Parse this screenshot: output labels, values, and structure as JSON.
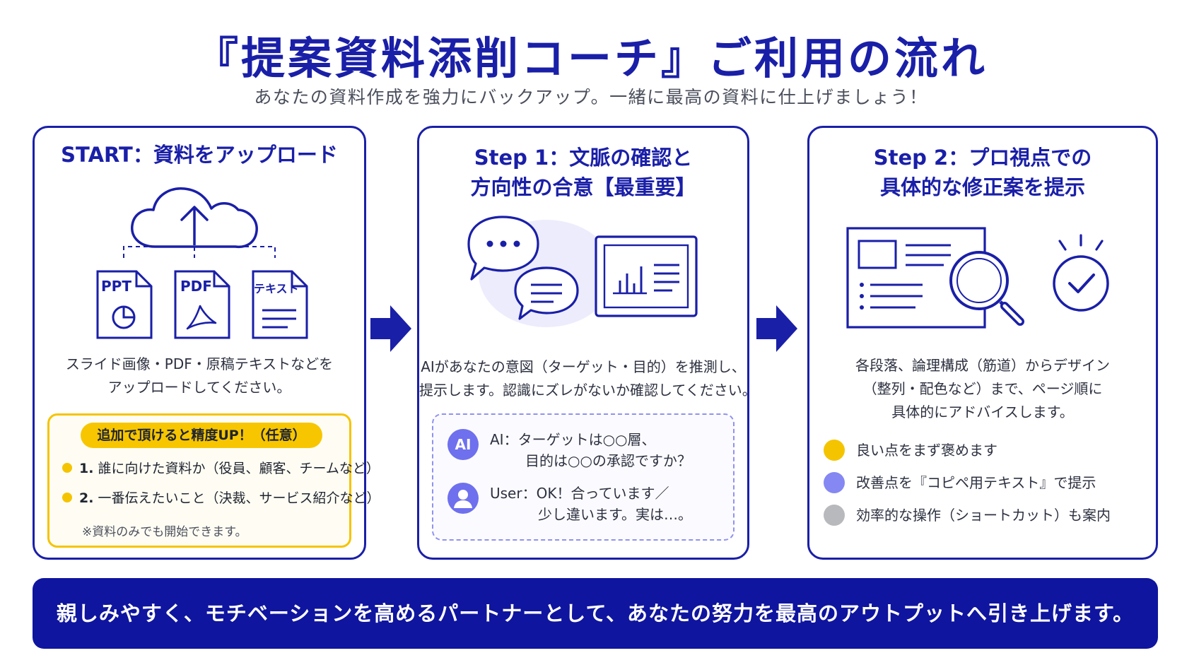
{
  "header": {
    "title": "『提案資料添削コーチ』ご利用の流れ",
    "subtitle": "あなたの資料作成を強力にバックアップ。一緒に最高の資料に仕上げましょう！"
  },
  "colors": {
    "primary": "#1a1fa8",
    "banner": "#0f159e",
    "yellow": "#f5c400",
    "purple": "#6e70ee",
    "gray": "#b8b9bd"
  },
  "start": {
    "heading": "START：資料をアップロード",
    "icons": {
      "cloud": "cloud-upload-icon",
      "files": [
        "ppt-file-icon",
        "pdf-file-icon",
        "text-file-icon"
      ]
    },
    "file_labels": [
      "PPT",
      "PDF",
      "テキスト"
    ],
    "desc_lines": [
      "スライド画像・PDF・原稿テキストなどを",
      "アップロードしてください。"
    ],
    "optional": {
      "badge": "追加で頂けると精度UP！（任意）",
      "items": [
        {
          "num": "1.",
          "text": "誰に向けた資料か（役員、顧客、チームなど）"
        },
        {
          "num": "2.",
          "text": "一番伝えたいこと（決裁、サービス紹介など）"
        }
      ],
      "note": "※資料のみでも開始できます。"
    }
  },
  "step1": {
    "heading_lines": [
      "Step 1：文脈の確認と",
      "方向性の合意【最重要】"
    ],
    "icons": [
      "chat-bubbles-icon",
      "presentation-chart-icon"
    ],
    "desc_lines": [
      "AIがあなたの意図（ターゲット・目的）を推測し、",
      "提示します。認識にズレがないか確認してください。"
    ],
    "chat": {
      "ai_avatar": "AI",
      "ai_lines": [
        "AI：ターゲットは○○層、",
        "目的は○○の承認ですか？"
      ],
      "user_avatar_icon": "user-icon",
      "user_lines": [
        "User：OK！合っています／",
        "少し違います。実は…。"
      ]
    }
  },
  "step2": {
    "heading_lines": [
      "Step 2：プロ視点での",
      "具体的な修正案を提示"
    ],
    "icons": [
      "document-magnifier-icon",
      "check-circle-icon"
    ],
    "desc_lines": [
      "各段落、論理構成（筋道）からデザイン",
      "（整列・配色など）まで、ページ順に",
      "具体的にアドバイスします。"
    ],
    "legend": [
      {
        "color": "#f5c400",
        "text": "良い点をまず褒めます"
      },
      {
        "color": "#8587f2",
        "text": "改善点を『コピペ用テキスト』で提示"
      },
      {
        "color": "#b8b9bd",
        "text": "効率的な操作（ショートカット）も案内"
      }
    ]
  },
  "arrows": [
    "arrow-right-icon",
    "arrow-right-icon"
  ],
  "banner": {
    "text": "親しみやすく、モチベーションを高めるパートナーとして、あなたの努力を最高のアウトプットへ引き上げます。"
  }
}
